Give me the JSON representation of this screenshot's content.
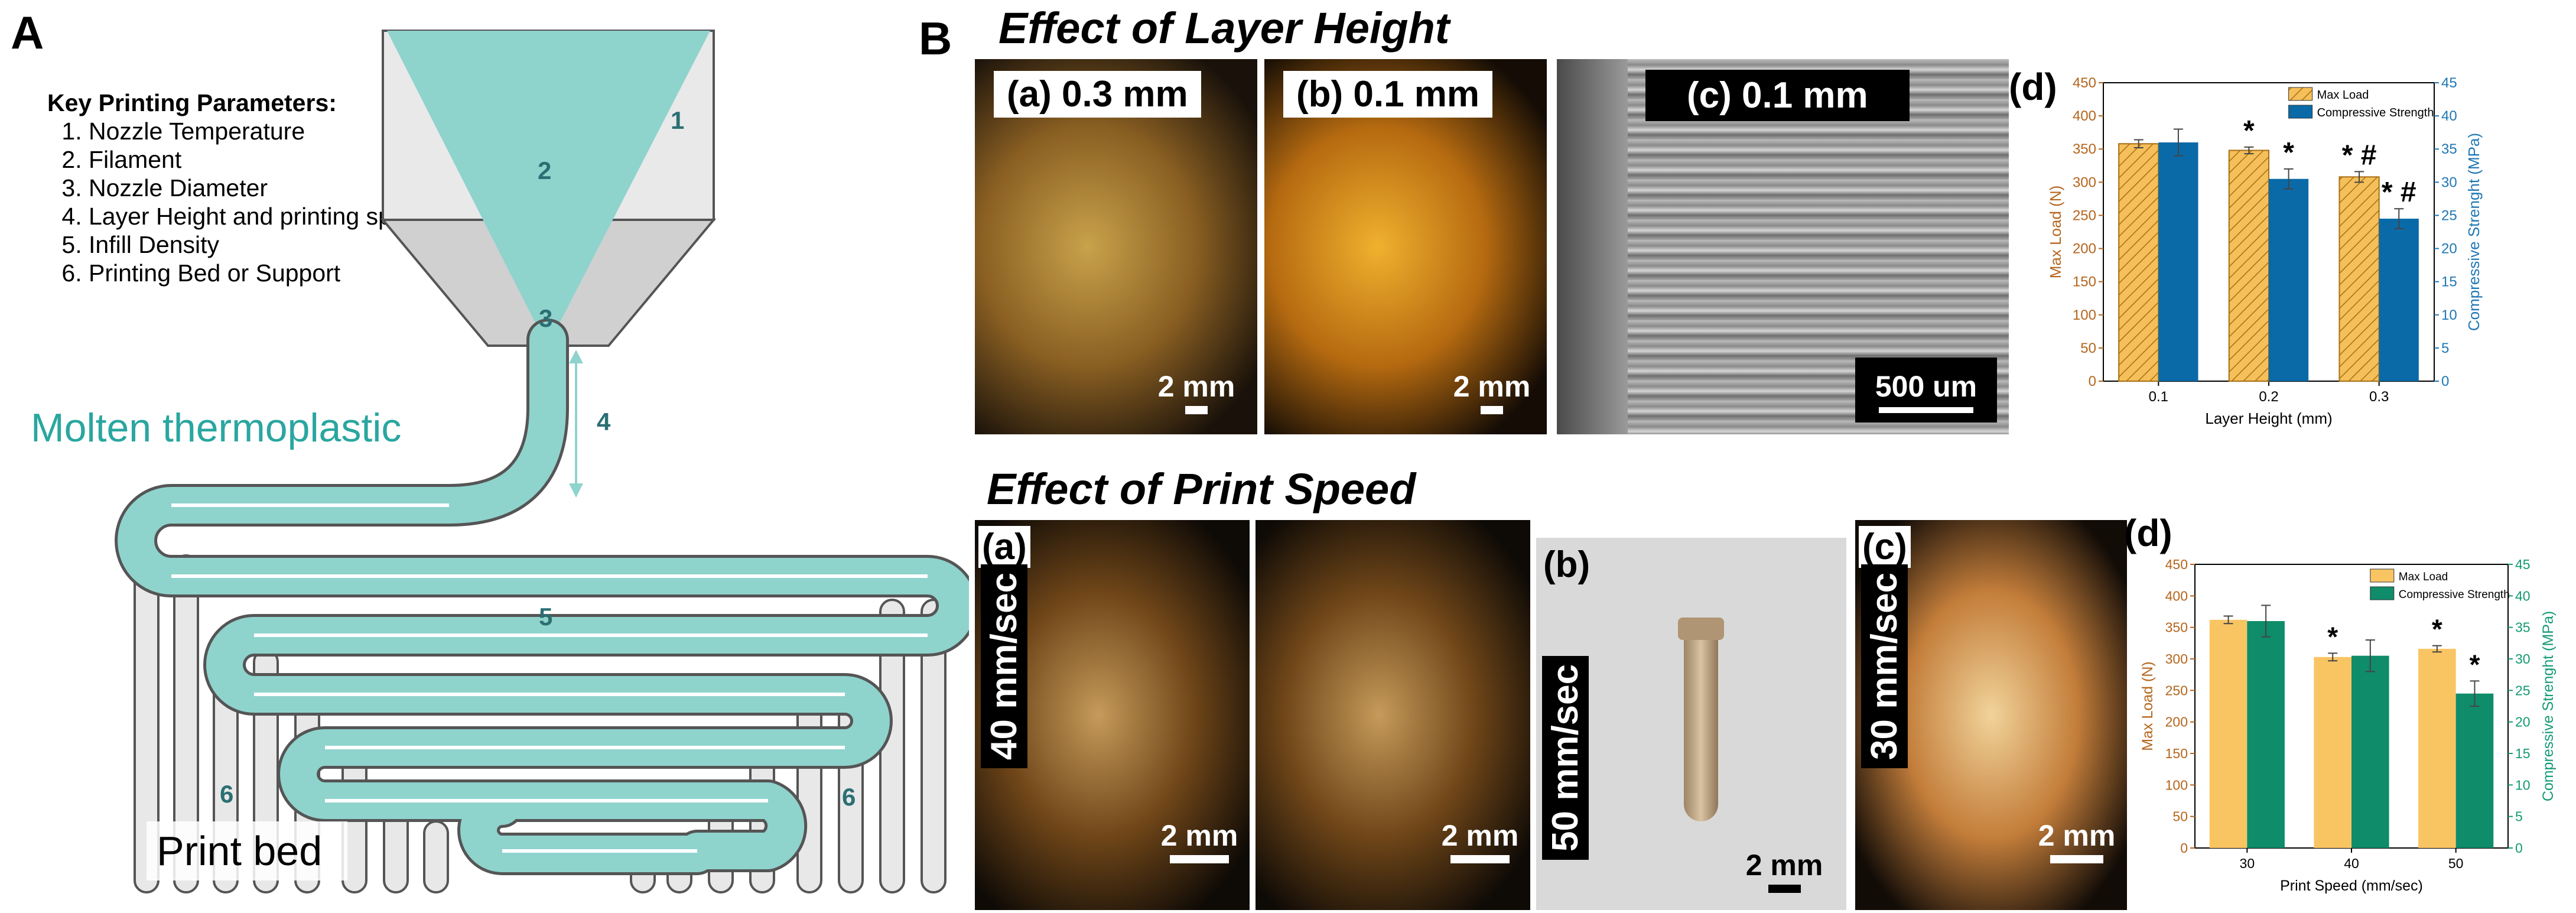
{
  "panel_a": {
    "letter": "A",
    "params_title": "Key Printing Parameters:",
    "params": [
      "Nozzle Temperature",
      "Filament",
      "Nozzle Diameter",
      "Layer Height and printing speed",
      "Infill Density",
      "Printing Bed or Support"
    ],
    "molten_label": "Molten thermoplastic",
    "print_bed_label": "Print bed",
    "number_labels": {
      "n1": "1",
      "n2": "2",
      "n3": "3",
      "n4": "4",
      "n5": "5",
      "n6a": "6",
      "n6b": "6"
    },
    "colors": {
      "teal": "#8fd3cd",
      "teal_text": "#2b6f73",
      "gray": "#e8e8e8",
      "dark_gray": "#cfcfcf"
    }
  },
  "panel_b": {
    "letter": "B",
    "layer_title": "Effect of Layer Height",
    "speed_title": "Effect of Print Speed",
    "layer_photos": [
      {
        "label": "(a) 0.3 mm",
        "scale": "2 mm"
      },
      {
        "label": "(b) 0.1 mm",
        "scale": "2 mm"
      },
      {
        "label": "(c) 0.1 mm",
        "scale": "500 um"
      }
    ],
    "speed_photos": [
      {
        "letter": "(a)",
        "speed": "40 mm/sec",
        "scale": "2 mm"
      },
      {
        "letter": "",
        "speed": "",
        "scale": "2 mm"
      },
      {
        "letter": "(b)",
        "speed": "50 mm/sec",
        "scale": "2 mm"
      },
      {
        "letter": "(c)",
        "speed": "30 mm/sec",
        "scale": "2 mm"
      }
    ]
  },
  "chart_data": [
    {
      "type": "bar",
      "panel": "(d)",
      "categories": [
        "0.1",
        "0.2",
        "0.3"
      ],
      "xlabel": "Layer Height (mm)",
      "ylabel": "Max Load (N)",
      "y2label": "Compressive Strenght (MPa)",
      "ylim": [
        0,
        450
      ],
      "y2lim": [
        0,
        45
      ],
      "yticks": [
        0,
        50,
        100,
        150,
        200,
        250,
        300,
        350,
        400,
        450
      ],
      "y2ticks": [
        0,
        5,
        10,
        15,
        20,
        25,
        30,
        35,
        40,
        45
      ],
      "legend_position": "top-right",
      "series": [
        {
          "name": "Max Load",
          "axis": "left",
          "values": [
            358,
            348,
            308
          ],
          "errors": [
            6,
            5,
            8
          ],
          "color": "#f5bf5a",
          "hatch": true,
          "marks": [
            "",
            "*",
            "* #"
          ]
        },
        {
          "name": "Compressive Strength",
          "axis": "right",
          "values": [
            36,
            30.5,
            24.5
          ],
          "errors": [
            2,
            1.5,
            1.5
          ],
          "color": "#0a6aa8",
          "marks": [
            "",
            "*",
            "* #"
          ]
        }
      ],
      "colors": {
        "left_axis": "#b5651d",
        "right_axis": "#1f77b4"
      }
    },
    {
      "type": "bar",
      "panel": "(d)",
      "categories": [
        "30",
        "40",
        "50"
      ],
      "xlabel": "Print Speed (mm/sec)",
      "ylabel": "Max Load (N)",
      "y2label": "Compressive Strenght (MPa)",
      "ylim": [
        0,
        450
      ],
      "y2lim": [
        0,
        45
      ],
      "yticks": [
        0,
        50,
        100,
        150,
        200,
        250,
        300,
        350,
        400,
        450
      ],
      "y2ticks": [
        0,
        5,
        10,
        15,
        20,
        25,
        30,
        35,
        40,
        45
      ],
      "legend_position": "top-right",
      "series": [
        {
          "name": "Max Load",
          "axis": "left",
          "values": [
            362,
            303,
            316
          ],
          "errors": [
            6,
            6,
            5
          ],
          "color": "#f9c563",
          "hatch": false,
          "marks": [
            "",
            "*",
            "*"
          ]
        },
        {
          "name": "Compressive Strength",
          "axis": "right",
          "values": [
            36,
            30.5,
            24.5
          ],
          "errors": [
            2.5,
            2.5,
            2
          ],
          "color": "#0f8c6a",
          "marks": [
            "",
            "",
            "*"
          ]
        }
      ],
      "colors": {
        "left_axis": "#b5651d",
        "right_axis": "#139a74"
      }
    }
  ]
}
